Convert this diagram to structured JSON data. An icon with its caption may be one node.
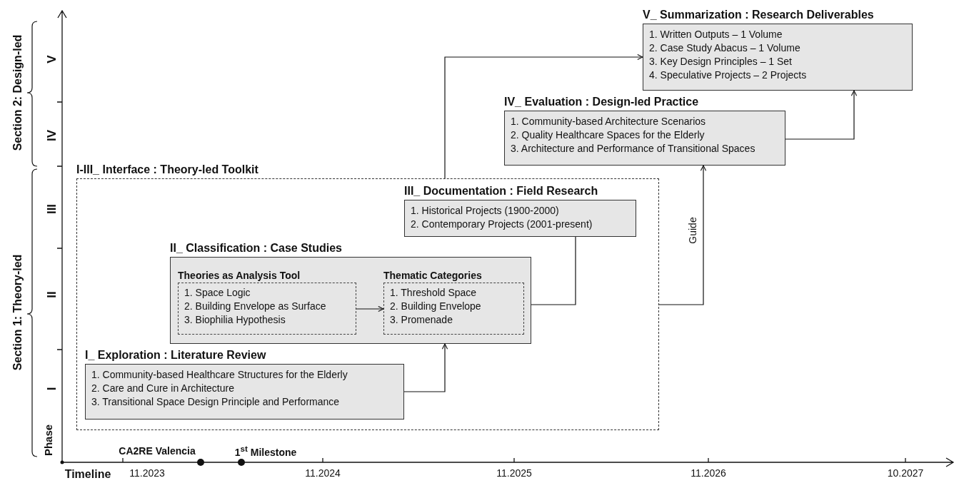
{
  "diagram": {
    "nodes": [
      {
        "text": [
          "I-III_ Interface : Theory-led Toolkit"
        ]
      },
      {
        "text": [
          "I_ Exploration : Literature Review",
          "1. Community-based Healthcare Structures for the Elderly",
          "2. Care and Cure in Architecture",
          "3. Transitional Space Design Principle and Performance"
        ],
        "in": 0
      },
      {
        "text": [
          "II_ Classification : Case Studies"
        ],
        "in": 0
      },
      {
        "text": [
          "Theories as Analysis Tool",
          "1. Space Logic",
          "2. Building Envelope as Surface",
          "3. Biophilia Hypothesis"
        ],
        "in": 2
      },
      {
        "text": [
          "Thematic Categories",
          "1. Threshold Space",
          "2. Building Envelope",
          "3. Promenade"
        ],
        "in": 2
      },
      {
        "text": [
          "III_ Documentation : Field Research",
          "1. Historical Projects (1900-2000)",
          "2. Contemporary Projects (2001-present)"
        ],
        "in": 0
      },
      {
        "text": [
          "IV_ Evaluation : Design-led Practice",
          "1. Community-based Architecture Scenarios",
          "2. Quality Healthcare Spaces for the Elderly",
          "3. Architecture and Performance of Transitional Spaces"
        ]
      },
      {
        "text": [
          "V_ Summarization : Research Deliverables",
          "1. Written Outputs – 1 Volume",
          "2. Case Study Abacus – 1 Volume",
          "3. Key Design Principles – 1 Set",
          "4. Speculative Projects – 2 Projects"
        ]
      }
    ],
    "edges": [
      {
        "from": 3,
        "to": 4,
        "arrow": "to"
      },
      {
        "from": 1,
        "to": 2,
        "arrow": "to"
      },
      {
        "from": 2,
        "to": 5,
        "arrow": "none"
      },
      {
        "from": 0,
        "to": 6,
        "arrow": "to",
        "label": "Guide"
      },
      {
        "from": 6,
        "to": 7,
        "arrow": "to"
      },
      {
        "from": 0,
        "to": 7,
        "arrow": "to"
      }
    ],
    "labels": [
      "Section 2: Design-led",
      "V",
      "IV",
      "Section 1: Theory-led",
      "III",
      "II",
      "I",
      "Phase",
      "CA2RE Valencia",
      "1$^{st}$ Milestone",
      "Timeline",
      "11.2023",
      "11.2024",
      "11.2025",
      "11.2026",
      "10.2027"
    ]
  }
}
